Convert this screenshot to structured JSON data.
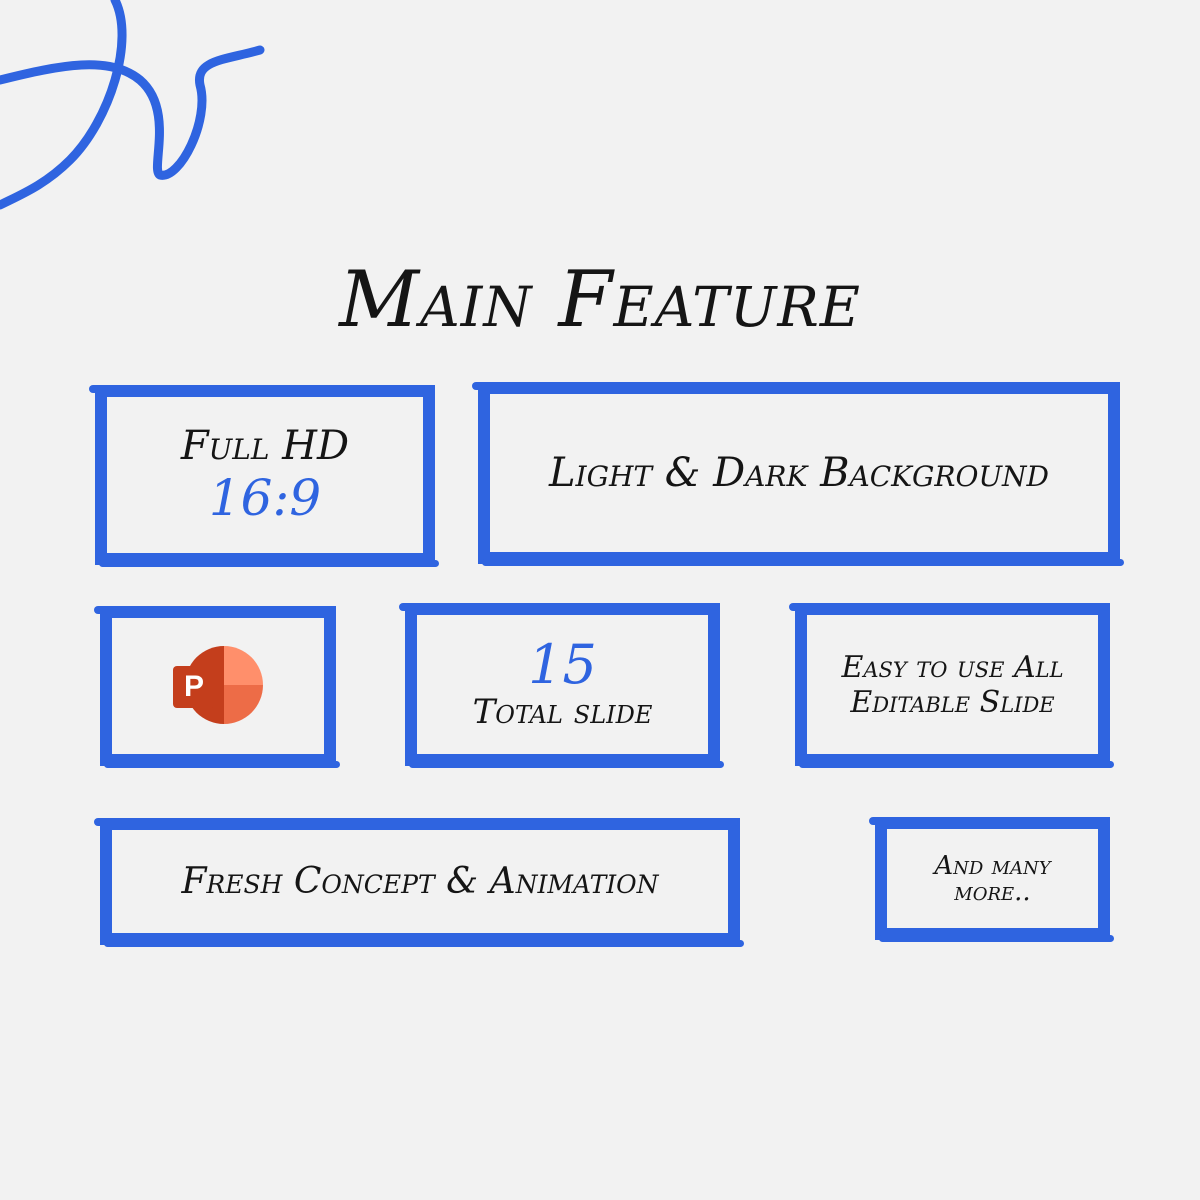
{
  "title": "Main Feature",
  "features": {
    "full_hd": {
      "label": "Full HD",
      "ratio": "16:9"
    },
    "background": {
      "label": "Light & Dark Background"
    },
    "powerpoint": {
      "icon": "powerpoint-icon",
      "letter": "P"
    },
    "slides": {
      "count": "15",
      "label": "Total slide"
    },
    "editable": {
      "line1": "Easy to use All",
      "line2": "Editable Slide"
    },
    "concept": {
      "label": "Fresh Concept & Animation"
    },
    "more": {
      "line1": "And many",
      "line2": "more.."
    }
  },
  "colors": {
    "accent": "#2f64e0",
    "background": "#f2f2f2"
  }
}
